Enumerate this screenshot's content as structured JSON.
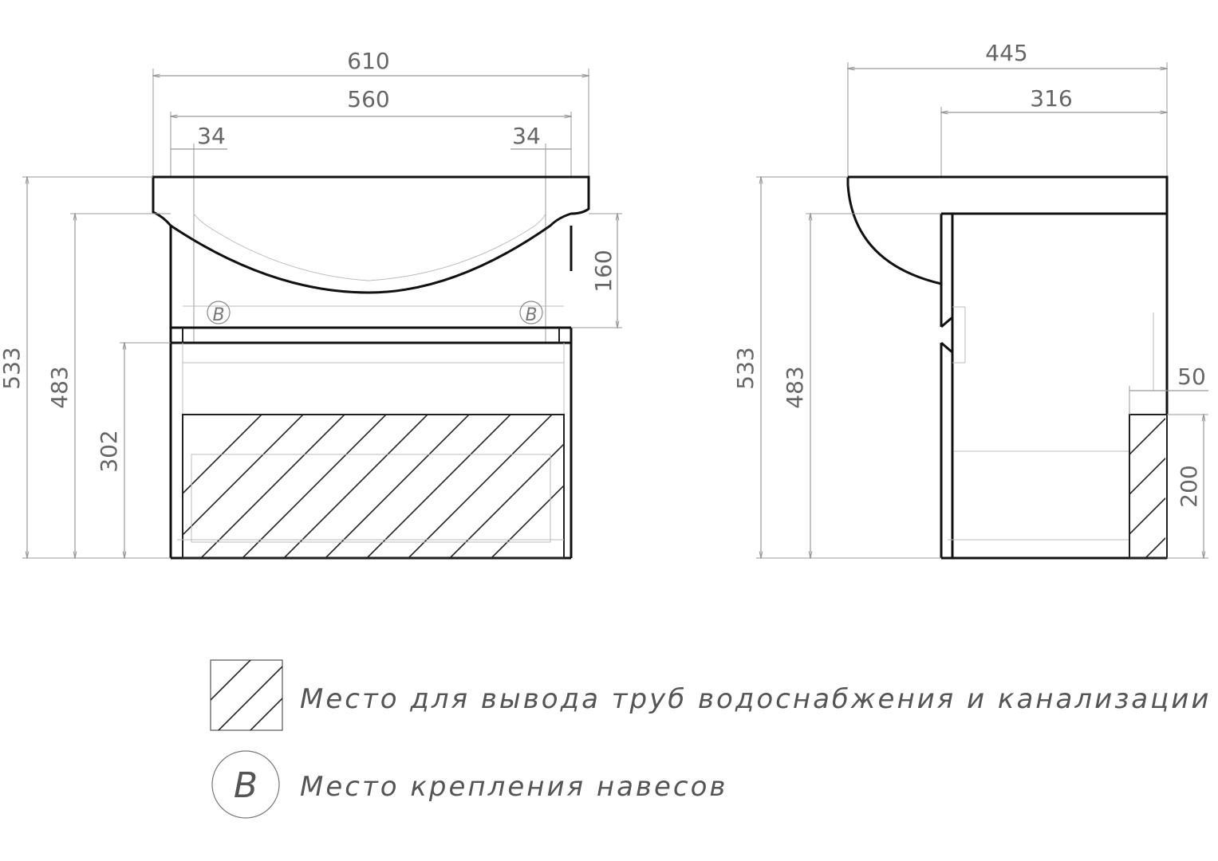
{
  "front_view": {
    "width_overall": "610",
    "width_inner": "560",
    "offset_left": "34",
    "offset_right": "34",
    "height_total": "533",
    "height_cabinet": "483",
    "height_drawer": "302",
    "basin_depth": "160",
    "mount_marker": "B"
  },
  "side_view": {
    "depth_overall": "445",
    "depth_cabinet": "316",
    "height_total": "533",
    "height_cabinet": "483",
    "cutout_depth": "50",
    "cutout_height": "200"
  },
  "legend": {
    "hatch_label": "Место для вывода труб водоснабжения и канализации",
    "mount_symbol": "B",
    "mount_label": "Место крепления навесов"
  }
}
